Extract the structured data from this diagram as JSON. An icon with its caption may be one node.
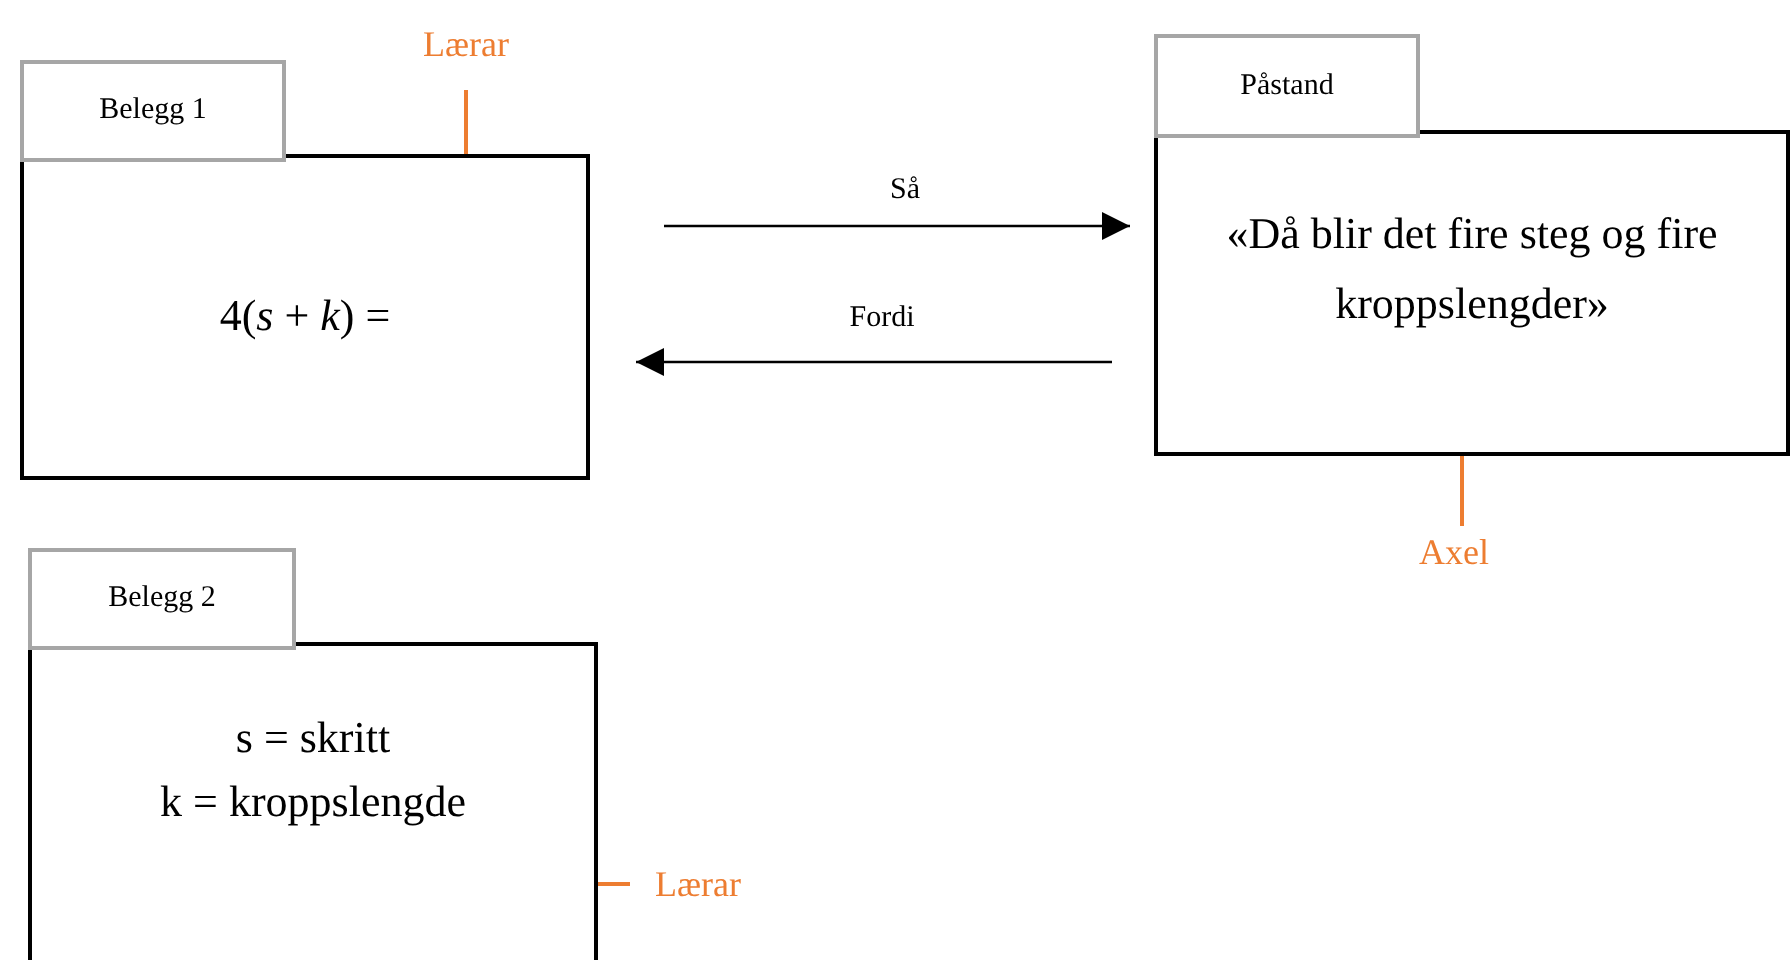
{
  "diagram": {
    "nodes": [
      {
        "text": [
          "Belegg 1",
          "4(*s* + *k*) ="
        ]
      },
      {
        "text": [
          "Påstand",
          "«Då blir det fire steg og fire kroppslengder»"
        ]
      },
      {
        "text": [
          "Belegg 2",
          "s = skritt",
          "k = kroppslengde"
        ]
      },
      {
        "text": [
          "Lærar"
        ]
      },
      {
        "text": [
          "Axel"
        ]
      },
      {
        "text": [
          "Lærar"
        ]
      }
    ],
    "edges": [
      {
        "from": 0,
        "to": 1,
        "arrow": "to",
        "label": "Så",
        "color": "#000000"
      },
      {
        "from": 1,
        "to": 0,
        "arrow": "to",
        "label": "Fordi",
        "color": "#000000"
      },
      {
        "from": 3,
        "to": 0,
        "arrow": "none",
        "color": "#ed7d31"
      },
      {
        "from": 4,
        "to": 1,
        "arrow": "none",
        "color": "#ed7d31"
      },
      {
        "from": 5,
        "to": 2,
        "arrow": "none",
        "color": "#ed7d31"
      }
    ]
  }
}
